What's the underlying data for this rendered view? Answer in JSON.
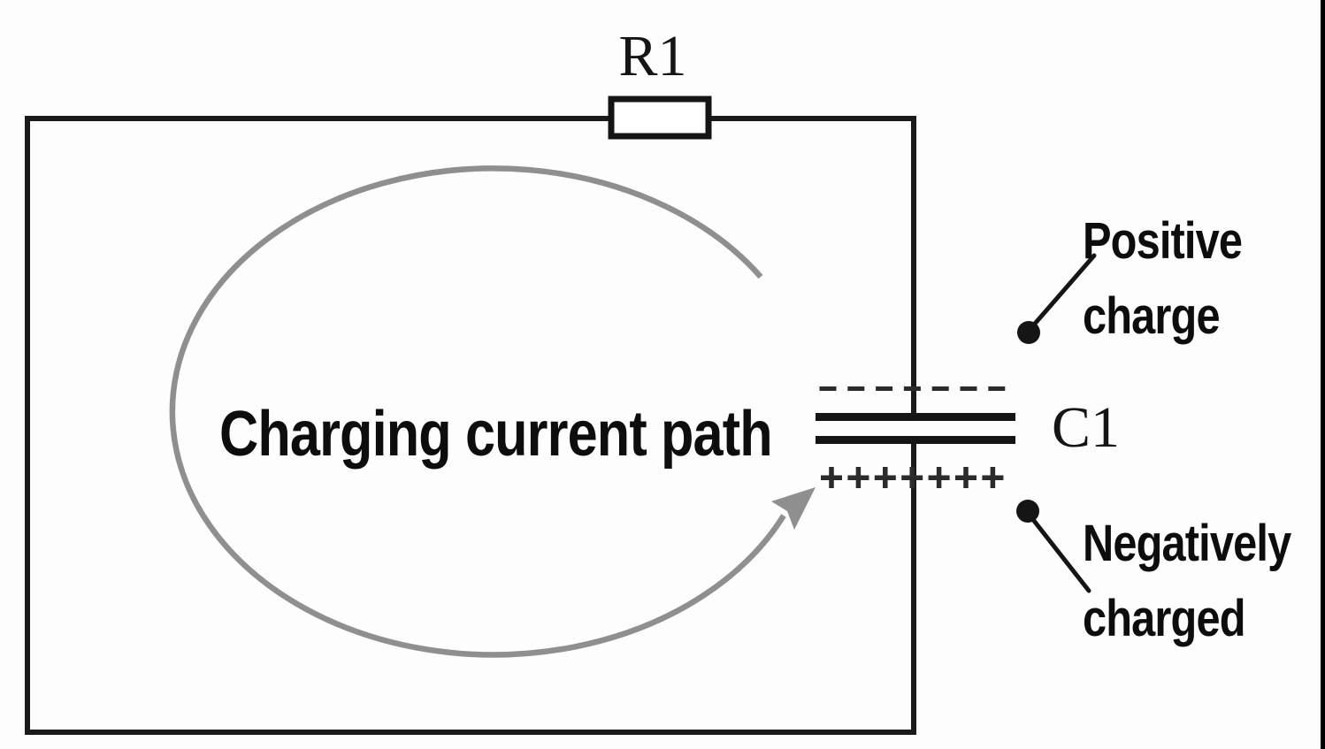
{
  "diagram": {
    "labels": {
      "resistor": "R1",
      "capacitor": "C1",
      "current_path": "Charging current path",
      "positive_charge": {
        "line1": "Positive",
        "line2": "charge"
      },
      "negative_charge": {
        "line1": "Negatively",
        "line2": "charged"
      }
    },
    "capacitor_charges": {
      "minus_count": 7,
      "plus_count": 7
    },
    "colors": {
      "wire": "#1a1a1a",
      "component": "#151515",
      "charge_symbol": "#2b2b2b",
      "arrow": "#8f8f8f",
      "pointer": "#151515",
      "text": "#0d0d0d"
    }
  }
}
